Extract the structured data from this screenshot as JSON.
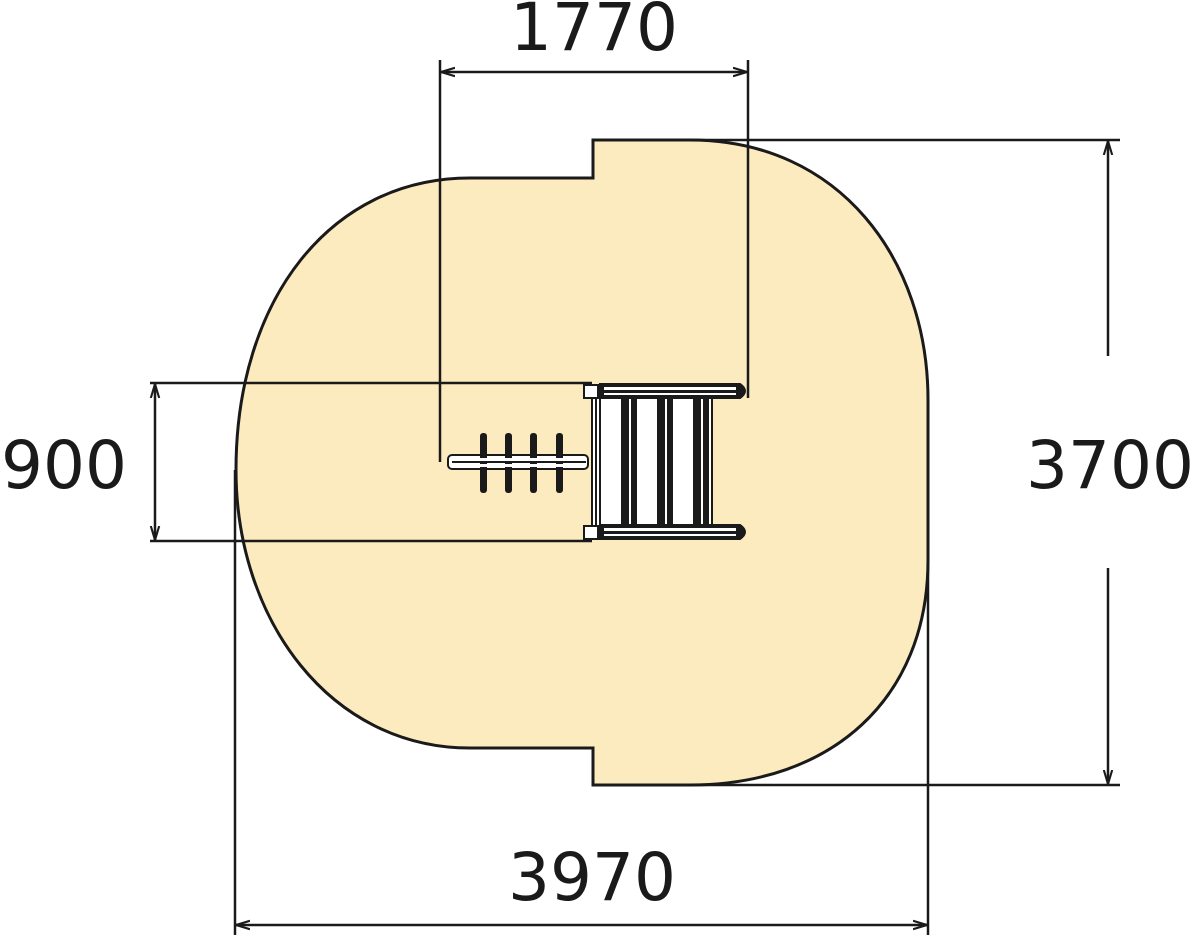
{
  "colors": {
    "area_fill": "#FDEBC0",
    "line": "#1a1a1a"
  },
  "dimensions": {
    "top_width": "1770",
    "total_height": "3700",
    "equipment_width": "900",
    "total_width": "3970"
  }
}
